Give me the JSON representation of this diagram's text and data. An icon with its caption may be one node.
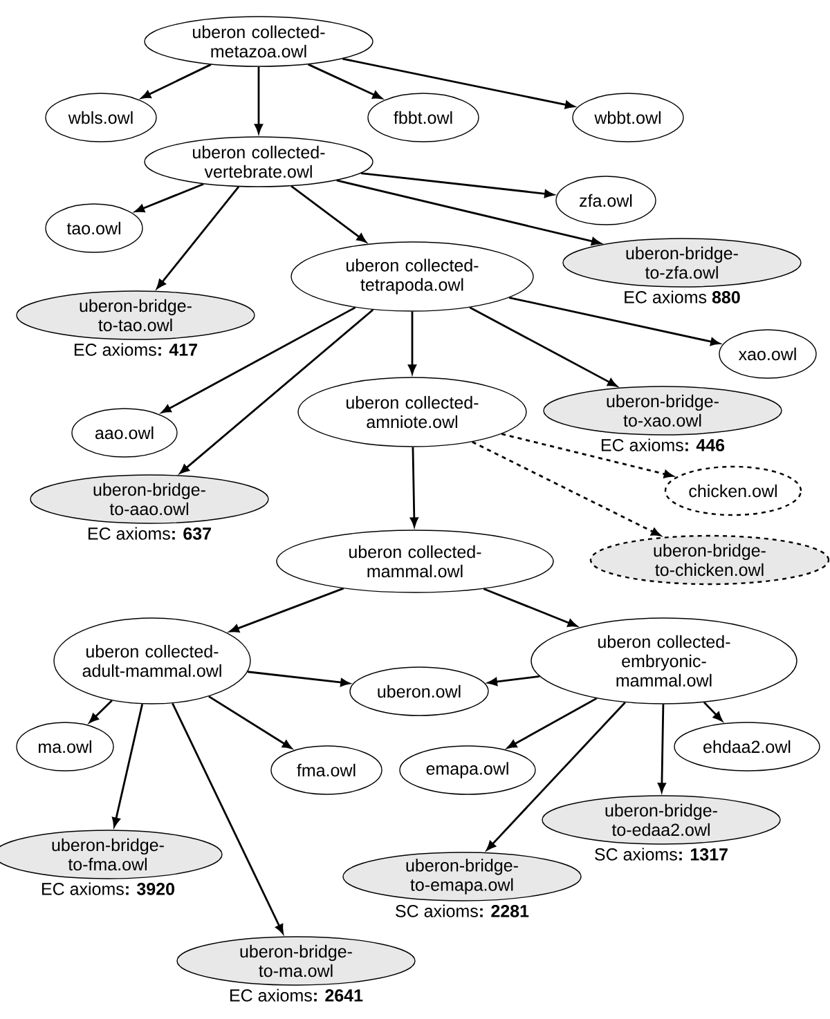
{
  "diagram": {
    "nodes": [
      {
        "text": [
          "uberon collected-metazoa.owl"
        ]
      },
      {
        "text": [
          "wbls.owl"
        ]
      },
      {
        "text": [
          "fbbt.owl"
        ]
      },
      {
        "text": [
          "wbbt.owl"
        ]
      },
      {
        "text": [
          "uberon collected-vertebrate.owl"
        ]
      },
      {
        "text": [
          "tao.owl"
        ]
      },
      {
        "text": [
          "zfa.owl"
        ]
      },
      {
        "text": [
          "uberon-bridge-to-zfa.owl"
        ],
        "beside": [
          "EC axioms **880**"
        ]
      },
      {
        "text": [
          "uberon-bridge-to-tao.owl"
        ],
        "beside": [
          "EC axioms**: 417**"
        ]
      },
      {
        "text": [
          "uberon collected-tetrapoda.owl"
        ]
      },
      {
        "text": [
          "xao.owl"
        ]
      },
      {
        "text": [
          "aao.owl"
        ]
      },
      {
        "text": [
          "uberon collected-amniote.owl"
        ]
      },
      {
        "text": [
          "uberon-bridge-to-xao.owl"
        ],
        "beside": [
          "EC axioms**: 446**"
        ]
      },
      {
        "text": [
          "uberon-bridge-to-aao.owl"
        ],
        "beside": [
          "EC axioms**: 637**"
        ]
      },
      {
        "text": [
          "chicken.owl"
        ]
      },
      {
        "text": [
          "uberon-bridge-to-chicken.owl"
        ]
      },
      {
        "text": [
          "uberon collected-mammal.owl"
        ]
      },
      {
        "text": [
          "uberon collected-adult-mammal.owl"
        ]
      },
      {
        "text": [
          "uberon collected-embryonic-mammal.owl"
        ]
      },
      {
        "text": [
          "uberon.owl"
        ]
      },
      {
        "text": [
          "ma.owl"
        ]
      },
      {
        "text": [
          "fma.owl"
        ]
      },
      {
        "text": [
          "emapa.owl"
        ]
      },
      {
        "text": [
          "ehdaa2.owl"
        ]
      },
      {
        "text": [
          "uberon-bridge-to-fma.owl"
        ],
        "beside": [
          "EC axioms**: 3920**"
        ]
      },
      {
        "text": [
          "uberon-bridge-to-edaa2.owl"
        ],
        "beside": [
          "SC axioms**: 1317**"
        ]
      },
      {
        "text": [
          "uberon-bridge-to-emapa.owl"
        ],
        "beside": [
          "SC axioms**: 2281**"
        ]
      },
      {
        "text": [
          "uberon-bridge-to-ma.owl"
        ],
        "beside": [
          "EC axioms**: 2641**"
        ]
      }
    ],
    "edges": [
      {
        "from": 0,
        "to": 1,
        "arrow": "to"
      },
      {
        "from": 0,
        "to": 4,
        "arrow": "to"
      },
      {
        "from": 0,
        "to": 2,
        "arrow": "to"
      },
      {
        "from": 0,
        "to": 3,
        "arrow": "to"
      },
      {
        "from": 4,
        "to": 5,
        "arrow": "to"
      },
      {
        "from": 4,
        "to": 8,
        "arrow": "to"
      },
      {
        "from": 4,
        "to": 9,
        "arrow": "to"
      },
      {
        "from": 4,
        "to": 6,
        "arrow": "to"
      },
      {
        "from": 4,
        "to": 7,
        "arrow": "to"
      },
      {
        "from": 9,
        "to": 11,
        "arrow": "to"
      },
      {
        "from": 9,
        "to": 14,
        "arrow": "to"
      },
      {
        "from": 9,
        "to": 12,
        "arrow": "to"
      },
      {
        "from": 9,
        "to": 13,
        "arrow": "to"
      },
      {
        "from": 9,
        "to": 10,
        "arrow": "to"
      },
      {
        "from": 12,
        "to": 17,
        "arrow": "to"
      },
      {
        "from": 12,
        "to": 15,
        "arrow": "to",
        "style": "dashed"
      },
      {
        "from": 12,
        "to": 16,
        "arrow": "to",
        "style": "dashed"
      },
      {
        "from": 17,
        "to": 18,
        "arrow": "to"
      },
      {
        "from": 17,
        "to": 19,
        "arrow": "to"
      },
      {
        "from": 18,
        "to": 20,
        "arrow": "to"
      },
      {
        "from": 18,
        "to": 21,
        "arrow": "to"
      },
      {
        "from": 18,
        "to": 25,
        "arrow": "to"
      },
      {
        "from": 18,
        "to": 28,
        "arrow": "to"
      },
      {
        "from": 18,
        "to": 22,
        "arrow": "to"
      },
      {
        "from": 19,
        "to": 20,
        "arrow": "to"
      },
      {
        "from": 19,
        "to": 23,
        "arrow": "to"
      },
      {
        "from": 19,
        "to": 27,
        "arrow": "to"
      },
      {
        "from": 19,
        "to": 26,
        "arrow": "to"
      },
      {
        "from": 19,
        "to": 24,
        "arrow": "to"
      }
    ]
  }
}
